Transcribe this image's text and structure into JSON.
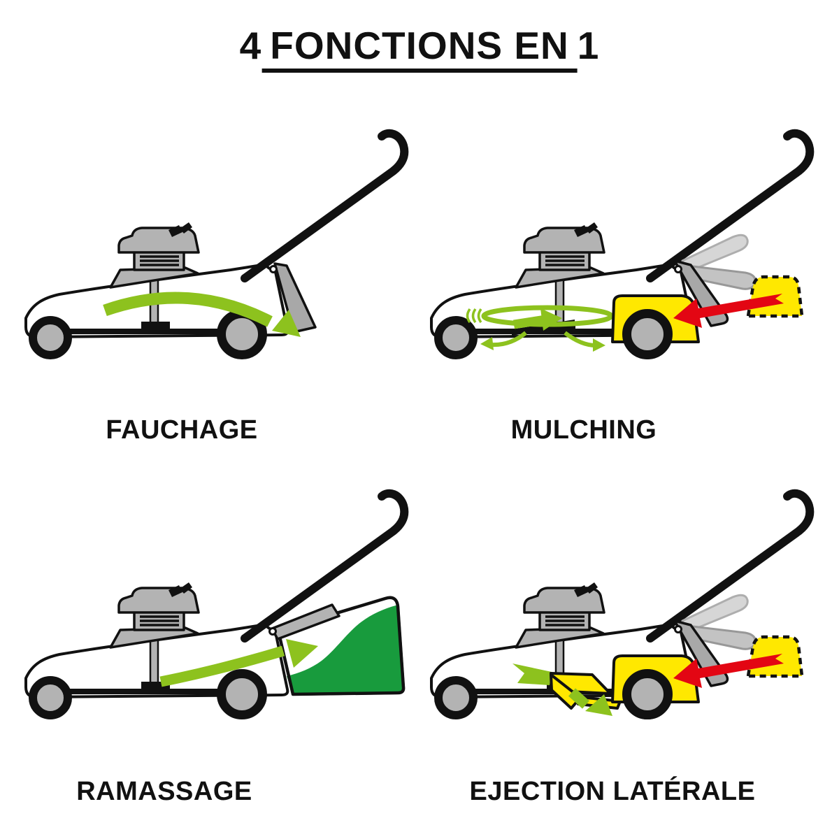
{
  "title": {
    "part1": "4",
    "underlined": "FONCTIONS EN",
    "part2": "1"
  },
  "panels": [
    {
      "key": "fauchage",
      "label": "FAUCHAGE",
      "icon": "mower-rear-discharge-icon"
    },
    {
      "key": "mulching",
      "label": "MULCHING",
      "icon": "mower-mulching-swirl-icon"
    },
    {
      "key": "ramassage",
      "label": "RAMASSAGE",
      "icon": "mower-grass-bag-icon"
    },
    {
      "key": "ejection-laterale",
      "label": "EJECTION LATÉRALE",
      "icon": "mower-side-discharge-icon"
    }
  ],
  "colors": {
    "green": "#8dc21e",
    "dark_green": "#189b3d",
    "yellow": "#ffe800",
    "red": "#e30613",
    "gray": "#b3b3b3",
    "ghost_gray": "#c9c9c9",
    "ink": "#111111",
    "background": "#ffffff"
  }
}
